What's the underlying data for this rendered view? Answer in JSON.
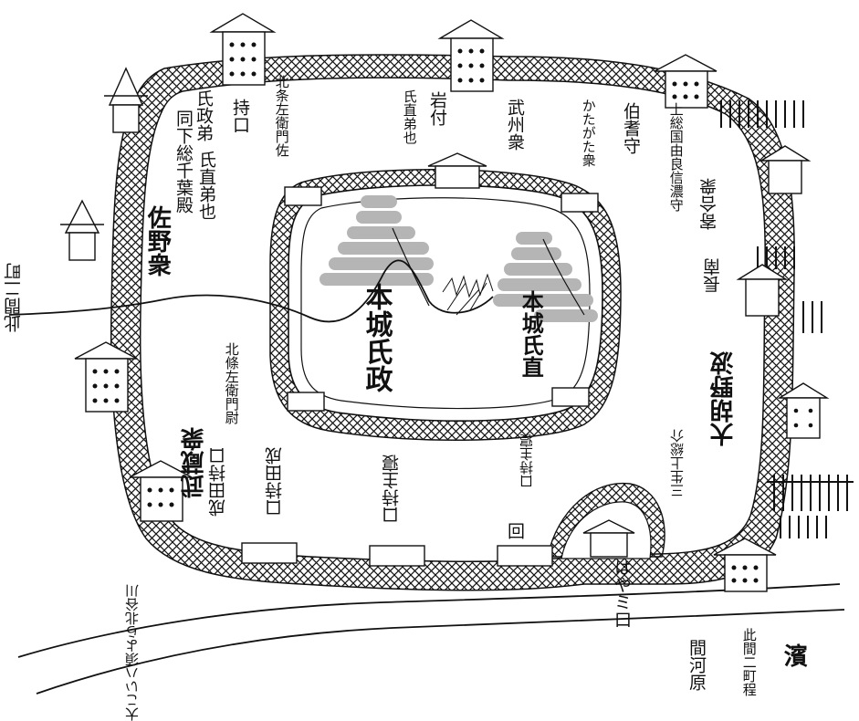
{
  "map": {
    "colors": {
      "ink": "#111111",
      "paper": "#ffffff",
      "mound": "#b5b5b5"
    },
    "labels": {
      "ujimasa_brother": "氏政弟",
      "onaji_shimousa": "同下総千葉殿",
      "toshi_guchi": "持口",
      "ujinao_brother_ya": "氏直弟也",
      "hojo_saemon_suke": "北条左衛門佐",
      "ujinao_brother": "氏直弟也",
      "iwatsuki": "岩付",
      "bushu_shu": "武州衆",
      "katagata_shu": "かたがた衆",
      "hoki_no_kami": "伯耆守",
      "kazusa_yura": "上総国由良信濃守",
      "yoriai_shu": "寄合衆",
      "sano_shu": "佐野衆",
      "nagaminami": "長南",
      "kono_machi_ni": "此間二町",
      "honjo_ujimasa": "本城氏政",
      "honjo_ujinao": "本城氏直",
      "hojo_saemon_jo": "北條左衛門尉",
      "hano_daigo": "大胡野波",
      "mibu_kazusa": "三生上総介",
      "musashi_shu": "武蔵衆",
      "narita_guchi": "成田持口",
      "guchi_narita_b": "口持田成",
      "guchi_kansu": "口持主寝",
      "guchi_kansu_b": "口持主寝",
      "kai": "回",
      "haya_kawa_guchi": "はやミ口",
      "okawa": "大こいハ須よら北谷川",
      "hama": "濱",
      "kono_ma_hodo": "此間二町程",
      "kawara": "間河原"
    }
  }
}
